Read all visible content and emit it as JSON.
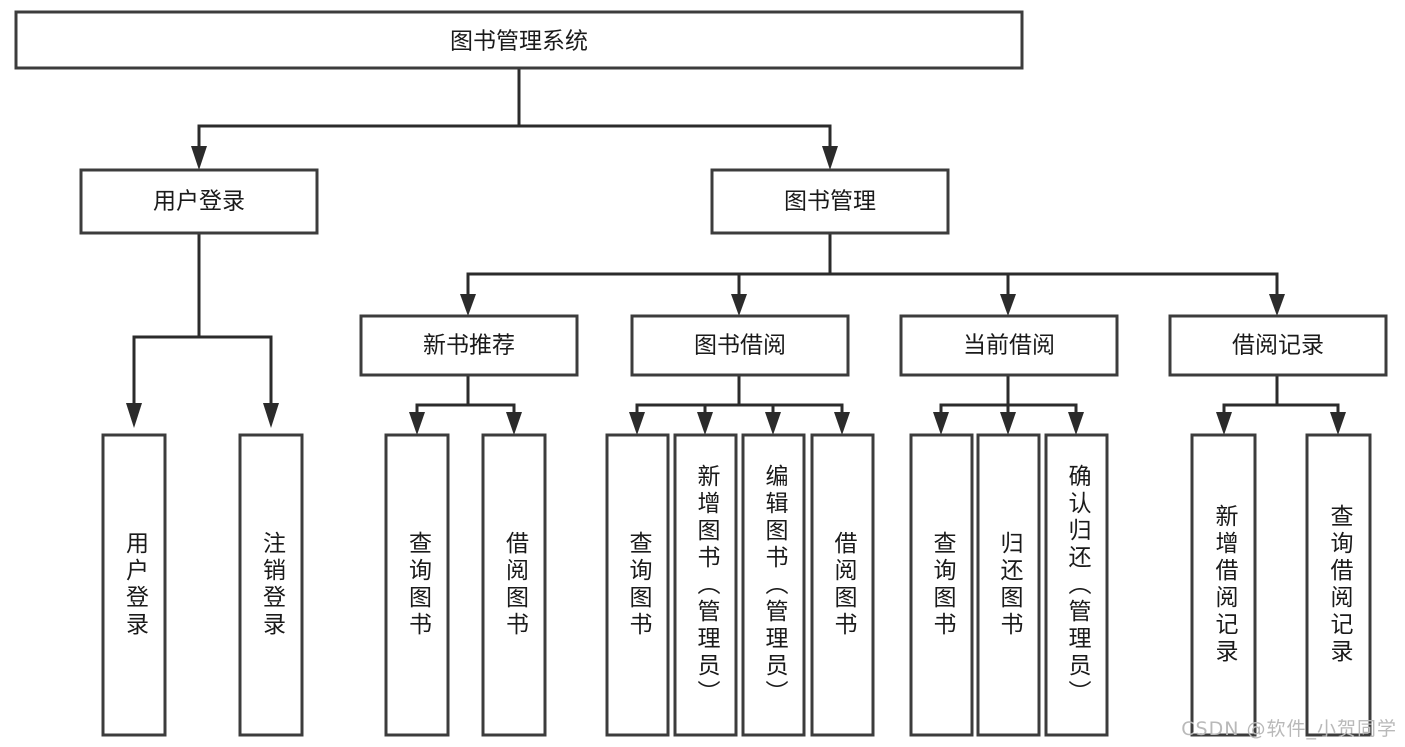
{
  "diagram": {
    "title": "图书管理系统",
    "type": "tree",
    "orientation": "top-down",
    "watermark": "CSDN @软件_小贺同学",
    "colors": {
      "background": "#ffffff",
      "box_fill": "#ffffff",
      "box_stroke": "#3c3c3c",
      "connector": "#2b2b2b",
      "text": "#1a1a1a",
      "watermark": "#b9b9b9"
    },
    "levels": [
      {
        "level": 1,
        "nodes": [
          {
            "id": "root",
            "label": "图书管理系统",
            "orientation": "horizontal"
          }
        ]
      },
      {
        "level": 2,
        "nodes": [
          {
            "id": "user-login",
            "label": "用户登录",
            "orientation": "horizontal",
            "parent": "root"
          },
          {
            "id": "book-manage",
            "label": "图书管理",
            "orientation": "horizontal",
            "parent": "root"
          }
        ]
      },
      {
        "level": 3,
        "nodes": [
          {
            "id": "new-book-rec",
            "label": "新书推荐",
            "orientation": "horizontal",
            "parent": "book-manage"
          },
          {
            "id": "book-borrow",
            "label": "图书借阅",
            "orientation": "horizontal",
            "parent": "book-manage"
          },
          {
            "id": "current-borrow",
            "label": "当前借阅",
            "orientation": "horizontal",
            "parent": "book-manage"
          },
          {
            "id": "borrow-record",
            "label": "借阅记录",
            "orientation": "horizontal",
            "parent": "book-manage"
          }
        ]
      },
      {
        "level": 4,
        "nodes": [
          {
            "id": "leaf-1",
            "label": "用户登录",
            "orientation": "vertical",
            "parent": "user-login"
          },
          {
            "id": "leaf-2",
            "label": "注销登录",
            "orientation": "vertical",
            "parent": "user-login"
          },
          {
            "id": "leaf-3",
            "label": "查询图书",
            "orientation": "vertical",
            "parent": "new-book-rec"
          },
          {
            "id": "leaf-4",
            "label": "借阅图书",
            "orientation": "vertical",
            "parent": "new-book-rec"
          },
          {
            "id": "leaf-5",
            "label": "查询图书",
            "orientation": "vertical",
            "parent": "book-borrow"
          },
          {
            "id": "leaf-6",
            "label": "新增图书（管理员）",
            "orientation": "vertical",
            "parent": "book-borrow"
          },
          {
            "id": "leaf-7",
            "label": "编辑图书（管理员）",
            "orientation": "vertical",
            "parent": "book-borrow"
          },
          {
            "id": "leaf-8",
            "label": "借阅图书",
            "orientation": "vertical",
            "parent": "book-borrow"
          },
          {
            "id": "leaf-9",
            "label": "查询图书",
            "orientation": "vertical",
            "parent": "current-borrow"
          },
          {
            "id": "leaf-10",
            "label": "归还图书",
            "orientation": "vertical",
            "parent": "current-borrow"
          },
          {
            "id": "leaf-11",
            "label": "确认归还（管理员）",
            "orientation": "vertical",
            "parent": "current-borrow"
          },
          {
            "id": "leaf-12",
            "label": "新增借阅记录",
            "orientation": "vertical",
            "parent": "borrow-record"
          },
          {
            "id": "leaf-13",
            "label": "查询借阅记录",
            "orientation": "vertical",
            "parent": "borrow-record"
          }
        ]
      }
    ]
  }
}
